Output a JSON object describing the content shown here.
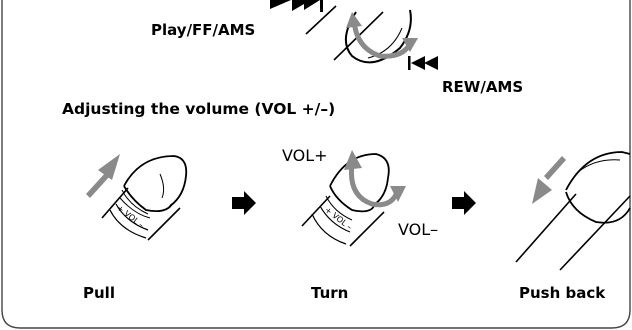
{
  "top": {
    "play_label": "Play/FF/AMS",
    "rew_label": "REW/AMS"
  },
  "section": {
    "title": "Adjusting the volume (VOL +/–)"
  },
  "knobs": {
    "pull": {
      "caption": "Pull",
      "band_text": "+ VOL –"
    },
    "turn": {
      "caption": "Turn",
      "band_text": "+ VOL –",
      "vol_plus": "VOL+",
      "vol_minus": "VOL–"
    },
    "push": {
      "caption": "Push back"
    }
  },
  "icons": [
    "play-ff-icon",
    "rew-icon",
    "turn-arrow-icon",
    "pull-arrow-icon",
    "push-arrow-icon",
    "step-arrow-icon"
  ],
  "colors": {
    "line": "#000000",
    "arrow_gray": "#8a8a8a",
    "frame": "#444444"
  }
}
